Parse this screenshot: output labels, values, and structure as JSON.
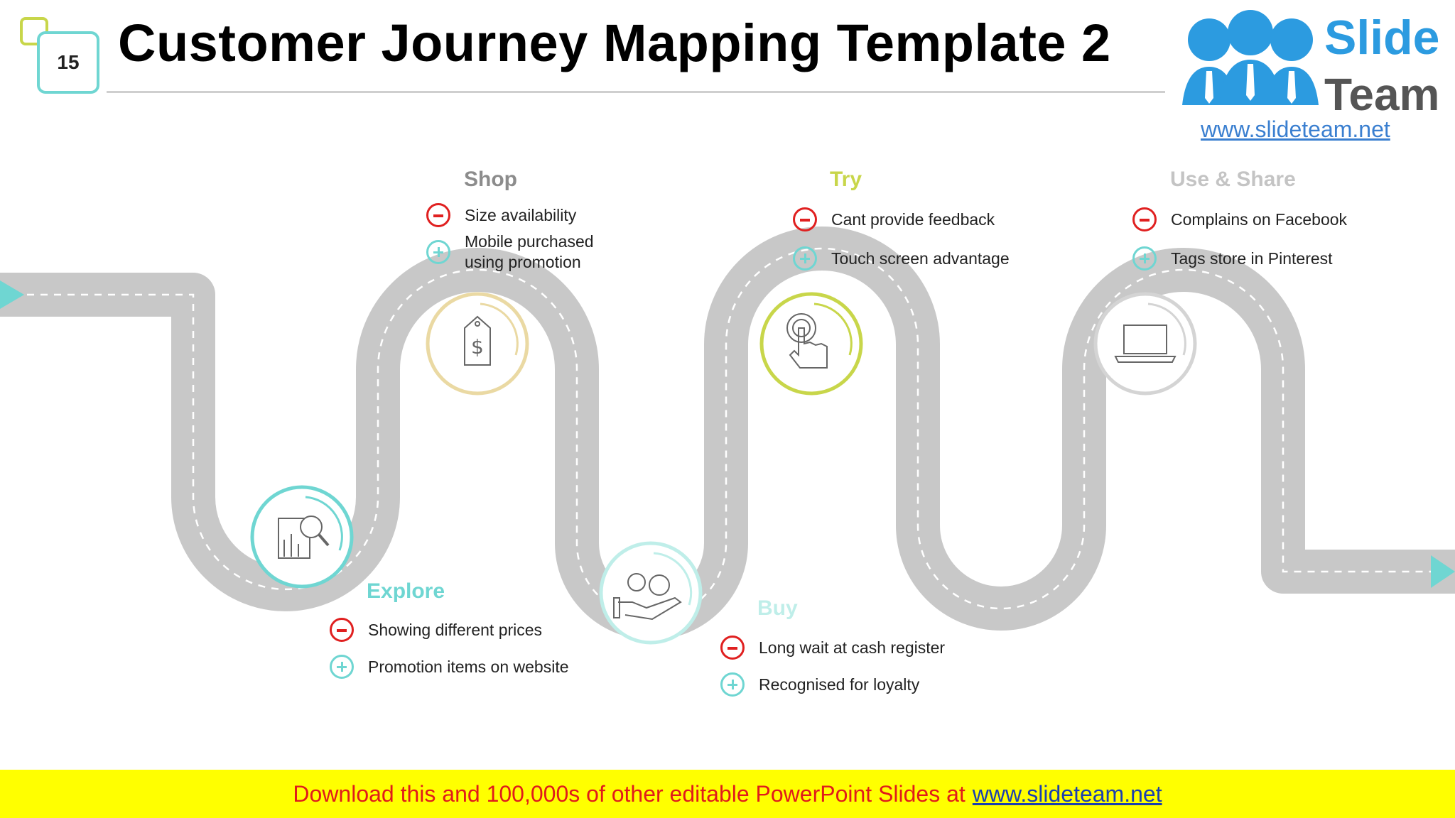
{
  "slide_number": "15",
  "title": "Customer Journey Mapping Template 2",
  "logo": {
    "line1": "Slide",
    "line2": "Team",
    "url": "www.slideteam.net"
  },
  "colors": {
    "explore": "#6fd6d2",
    "shop": "#ead9a3",
    "buy": "#bfeee9",
    "try": "#c8d64a",
    "use_share": "#cfcfcf",
    "minus": "#e02020",
    "plus": "#6fd6d2",
    "road": "#c8c8c8"
  },
  "stages": [
    {
      "title": "Explore",
      "icon": "analytics-search-icon",
      "negative": "Showing different prices",
      "positive": "Promotion items on website"
    },
    {
      "title": "Shop",
      "icon": "price-tag-icon",
      "negative": "Size availability",
      "positive": "Mobile purchased using promotion"
    },
    {
      "title": "Buy",
      "icon": "coins-hand-icon",
      "negative": "Long wait at cash register",
      "positive": "Recognised for loyalty"
    },
    {
      "title": "Try",
      "icon": "touch-hand-icon",
      "negative": "Cant provide feedback",
      "positive": "Touch screen advantage"
    },
    {
      "title": "Use & Share",
      "icon": "laptop-icon",
      "negative": "Complains on Facebook",
      "positive": "Tags store in Pinterest"
    }
  ],
  "banner": {
    "text": "Download this and 100,000s of other editable PowerPoint Slides at",
    "link": "www.slideteam.net"
  }
}
